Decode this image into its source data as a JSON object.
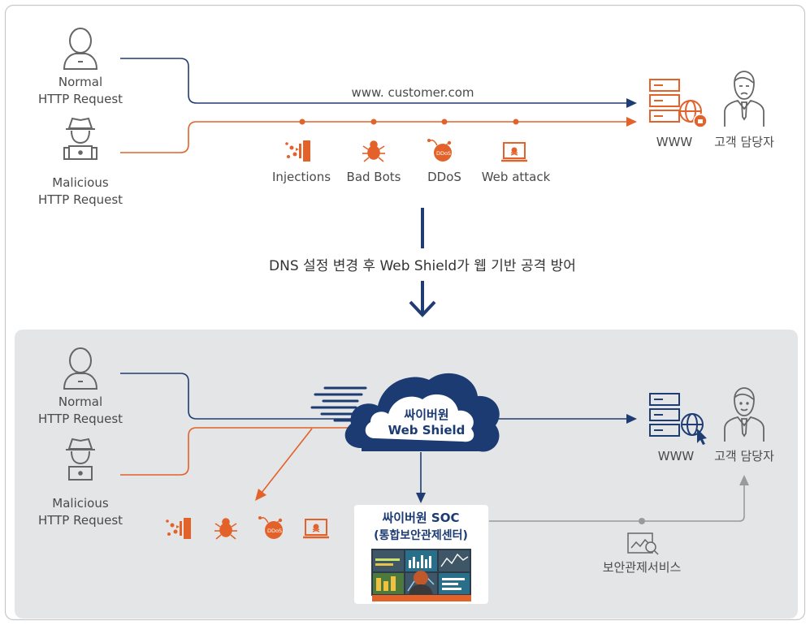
{
  "colors": {
    "navy": "#1f3d73",
    "orange": "#e2622a",
    "gray_text": "#4a4a4a",
    "icon_gray": "#666666",
    "panel_bg": "#e4e5e7",
    "cloud_navy": "#1b3b72"
  },
  "top": {
    "normal_label": [
      "Normal",
      "HTTP Request"
    ],
    "malicious_label": [
      "Malicious",
      "HTTP Request"
    ],
    "url": "www. customer.com",
    "threats": [
      "Injections",
      "Bad Bots",
      "DDoS",
      "Web attack"
    ],
    "server_label": "WWW",
    "manager_label": "고객 담당자",
    "ddos_badge": "DDoS"
  },
  "transition": "DNS 설정 변경 후 Web Shield가 웹 기반 공격 방어",
  "bottom": {
    "normal_label": [
      "Normal",
      "HTTP Request"
    ],
    "malicious_label": [
      "Malicious",
      "HTTP Request"
    ],
    "cloud_label": [
      "싸이버원",
      "Web Shield"
    ],
    "server_label": "WWW",
    "manager_label": "고객 담당자",
    "soc_label": [
      "싸이버원 SOC",
      "(통합보안관제센터)"
    ],
    "service_label": "보안관제서비스",
    "ddos_badge": "DDoS"
  },
  "icons": [
    "user-icon",
    "hacker-icon",
    "injection-icon",
    "bug-icon",
    "ddos-bomb-icon",
    "web-attack-icon",
    "server-icon",
    "globe-icon",
    "alarm-icon",
    "worried-manager-icon",
    "happy-manager-icon",
    "cloud-icon",
    "monitor-icon",
    "arrow-down-icon"
  ]
}
